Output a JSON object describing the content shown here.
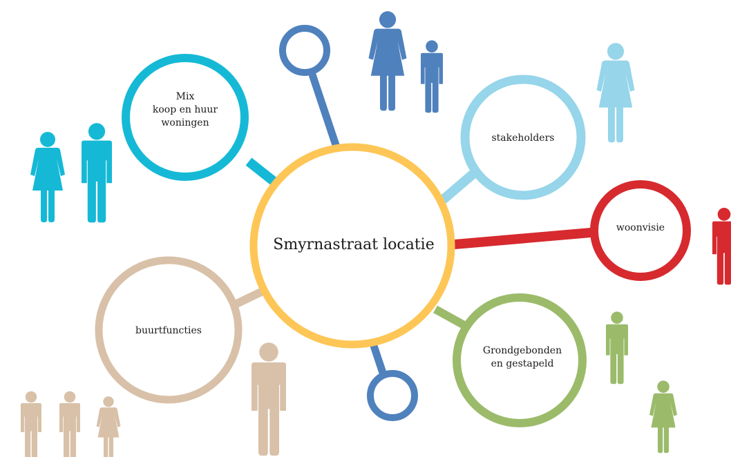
{
  "center": {
    "label": "Smyrnastraat locatie",
    "color": "#FDC656"
  },
  "nodes": {
    "mix": {
      "lines": [
        "Mix",
        "koop en huur",
        "woningen"
      ],
      "color": "#15B9D6"
    },
    "stakeholders": {
      "lines": [
        "stakeholders"
      ],
      "color": "#96D5EA"
    },
    "woonvisie": {
      "lines": [
        "woonvisie"
      ],
      "color": "#D62A2E"
    },
    "grondgebonden": {
      "lines": [
        "Grondgebonden",
        "en gestapeld"
      ],
      "color": "#9BBB6A"
    },
    "buurtfuncties": {
      "lines": [
        "buurtfuncties"
      ],
      "color": "#D8C1A8"
    },
    "top_node": {
      "color": "#4F81BD"
    },
    "bottom_node": {
      "color": "#4F81BD"
    }
  },
  "people_colors": {
    "cyan": "#15B9D6",
    "blue": "#4F81BD",
    "lightblue": "#96D5EA",
    "red": "#D62A2E",
    "green": "#9BBB6A",
    "tan": "#D8C1A8"
  }
}
